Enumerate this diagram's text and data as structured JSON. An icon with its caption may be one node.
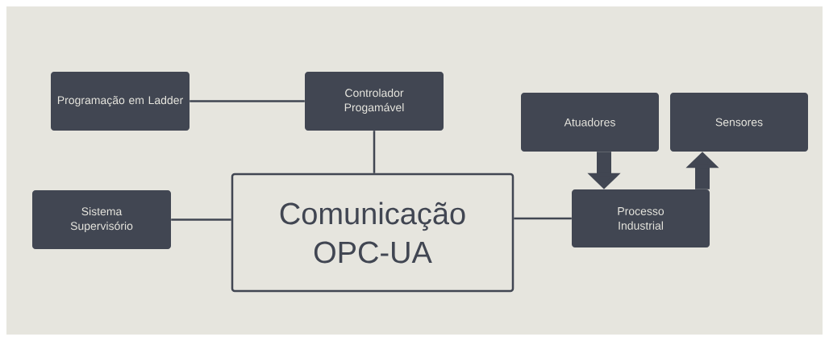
{
  "diagram": {
    "nodes": [
      {
        "text": [
          "Programação em Ladder"
        ]
      },
      {
        "text": [
          "Controlador Progamável"
        ]
      },
      {
        "text": [
          "Atuadores"
        ]
      },
      {
        "text": [
          "Sensores"
        ]
      },
      {
        "text": [
          "Sistema Supervisório"
        ]
      },
      {
        "text": [
          "Comunicação OPC-UA"
        ]
      },
      {
        "text": [
          "Processo Industrial"
        ]
      }
    ],
    "edges": [
      {
        "from": 0,
        "to": 1,
        "arrow": "none"
      },
      {
        "from": 1,
        "to": 5,
        "arrow": "none"
      },
      {
        "from": 4,
        "to": 5,
        "arrow": "none"
      },
      {
        "from": 5,
        "to": 6,
        "arrow": "none"
      },
      {
        "from": 2,
        "to": 6,
        "arrow": "to",
        "style": "thick"
      },
      {
        "from": 6,
        "to": 3,
        "arrow": "to",
        "style": "thick"
      }
    ]
  }
}
